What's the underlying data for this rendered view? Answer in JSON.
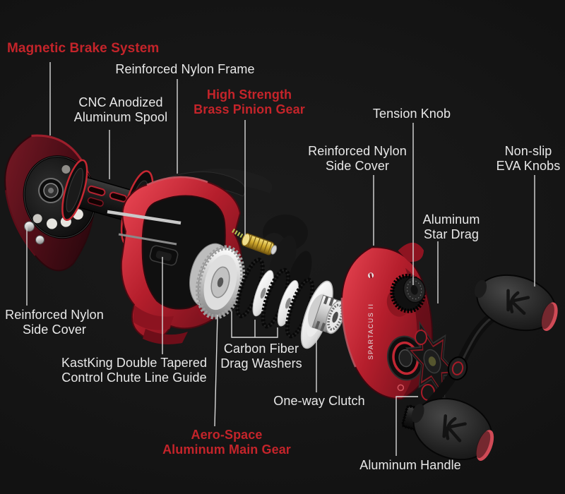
{
  "page": {
    "background_color": "#141414",
    "label_text_color": "#e8e8e8",
    "accent_text_color": "#c4242a",
    "leader_line_color": "#d9d9d9"
  },
  "product": {
    "description": "Exploded view of a red and black baitcasting fishing reel",
    "engraving": "SPARTACUS II",
    "body_red": "#c11f2e",
    "maroon": "#4f0e18",
    "brass": "#cfa82c"
  },
  "labels": {
    "magnetic_brake": {
      "text": "Magnetic Brake System"
    },
    "nylon_frame": {
      "text": "Reinforced Nylon Frame"
    },
    "spool": {
      "line1": "CNC Anodized",
      "line2": "Aluminum Spool"
    },
    "pinion": {
      "line1": "High Strength",
      "line2": "Brass Pinion Gear"
    },
    "tension_knob": {
      "text": "Tension Knob"
    },
    "side_cover_right": {
      "line1": "Reinforced Nylon",
      "line2": "Side Cover"
    },
    "eva_knobs": {
      "line1": "Non-slip",
      "line2": "EVA Knobs"
    },
    "star_drag": {
      "line1": "Aluminum",
      "line2": "Star Drag"
    },
    "side_cover_left": {
      "line1": "Reinforced Nylon",
      "line2": "Side Cover"
    },
    "line_guide": {
      "line1": "KastKing Double Tapered",
      "line2": "Control Chute Line Guide"
    },
    "drag_washers": {
      "line1": "Carbon Fiber",
      "line2": "Drag Washers"
    },
    "one_way_clutch": {
      "text": "One-way Clutch"
    },
    "main_gear": {
      "line1": "Aero-Space",
      "line2": "Aluminum Main Gear"
    },
    "handle": {
      "text": "Aluminum Handle"
    }
  }
}
